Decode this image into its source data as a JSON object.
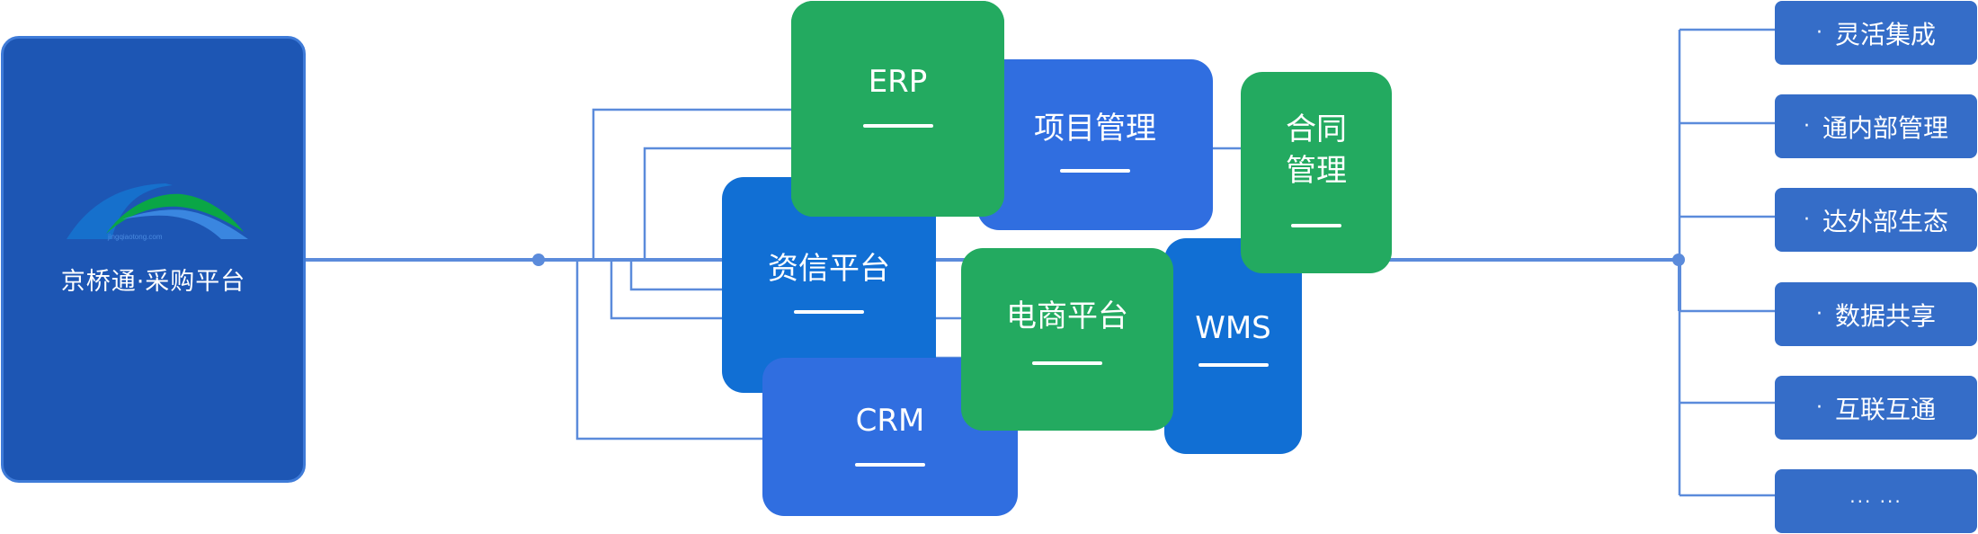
{
  "platform": {
    "title": "京桥通·采购平台",
    "logo_caption": "jingqiaotong.com",
    "logo_icon": "bridge-arc-logo-icon"
  },
  "modules": [
    {
      "id": "erp",
      "label": "ERP",
      "color": "#23AA60"
    },
    {
      "id": "project",
      "label": "项目管理",
      "color": "#306EE0"
    },
    {
      "id": "contract",
      "label_lines": [
        "合同",
        "管理"
      ],
      "color": "#23AA60"
    },
    {
      "id": "credit",
      "label": "资信平台",
      "color": "#116FD4"
    },
    {
      "id": "ecommerce",
      "label": "电商平台",
      "color": "#23AA60"
    },
    {
      "id": "wms",
      "label": "WMS",
      "color": "#116FD4"
    },
    {
      "id": "crm",
      "label": "CRM",
      "color": "#306EE0"
    }
  ],
  "features": [
    {
      "bullet": "·",
      "label": "灵活集成"
    },
    {
      "bullet": "·",
      "label": "通内部管理"
    },
    {
      "bullet": "·",
      "label": "达外部生态"
    },
    {
      "bullet": "·",
      "label": "数据共享"
    },
    {
      "bullet": "·",
      "label": "互联互通"
    },
    {
      "bullet": "",
      "label": "··· ···"
    }
  ],
  "colors": {
    "connector": "#5B8BDB",
    "platform_bg": "#1D56B4",
    "feature_bg": "#356DC8",
    "green": "#23AA60",
    "blue_dark": "#116FD4",
    "blue_light": "#306EE0"
  }
}
